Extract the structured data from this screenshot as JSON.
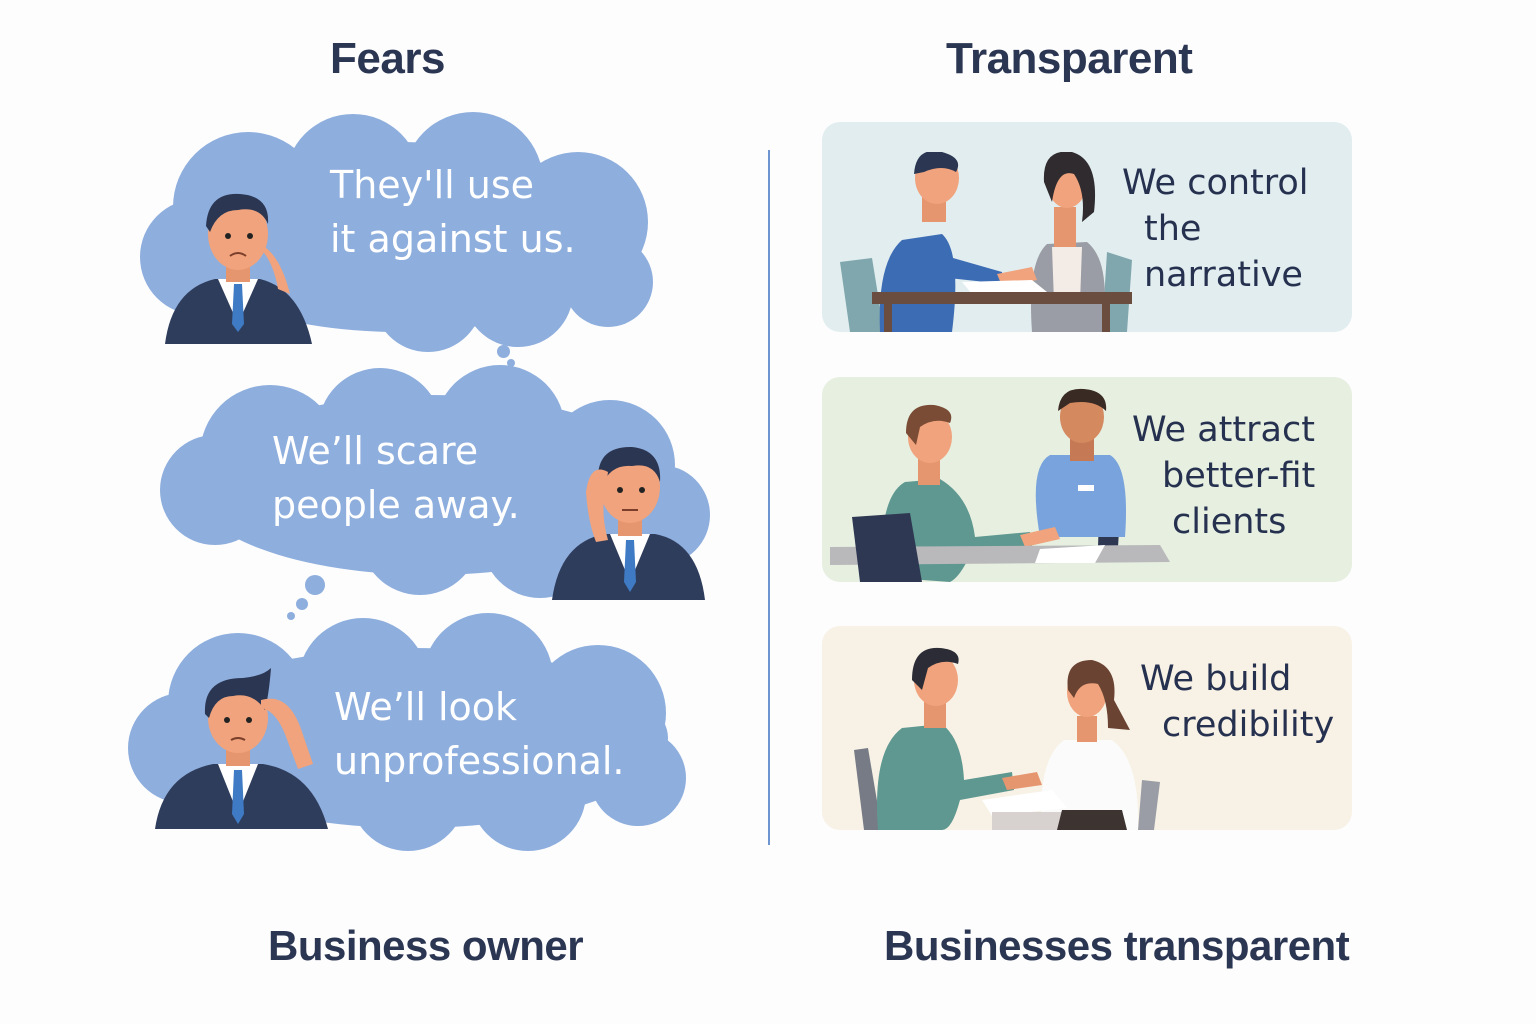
{
  "left": {
    "title": "Fears",
    "footer": "Business owner",
    "bubbles": [
      {
        "lines": [
          "They'll use",
          "it against us."
        ]
      },
      {
        "lines": [
          "We’ll scare",
          "people away."
        ]
      },
      {
        "lines": [
          "We’ll look",
          "unprofessional."
        ]
      }
    ]
  },
  "right": {
    "title": "Transparent",
    "footer": "Businesses transparent",
    "cards": [
      {
        "lines": [
          "We control",
          "the",
          "narrative"
        ],
        "bg": "#e1edef"
      },
      {
        "lines": [
          "We attract",
          "better-fit",
          "clients"
        ],
        "bg": "#e6efe0"
      },
      {
        "lines": [
          "We build",
          "credibility"
        ],
        "bg": "#f8f2e6"
      }
    ]
  },
  "colors": {
    "bubble": "#8eaedd",
    "title": "#2b3652",
    "divider": "#6e95cf",
    "suit": "#2f3d5c",
    "tie": "#3f7bc4"
  }
}
